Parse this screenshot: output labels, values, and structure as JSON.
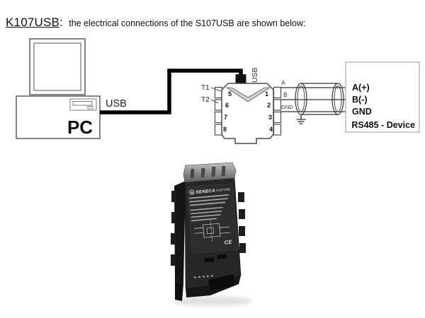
{
  "title": {
    "keyword": "K107USB",
    "separator": ":",
    "description": "the electrical connections of the S107USB are shown below:"
  },
  "diagram": {
    "pc": {
      "label": "PC",
      "usb_label": "USB"
    },
    "module": {
      "usb_port_label": "USB",
      "t1_label": "T1",
      "t2_label": "T2",
      "left_terminals": [
        "5",
        "6",
        "7",
        "8"
      ],
      "right_terminals": [
        "1",
        "2",
        "3",
        "4"
      ]
    },
    "wires": [
      "A",
      "B",
      "GND"
    ],
    "rs485": {
      "terminals": [
        "A(+)",
        "B(-)",
        "GND"
      ],
      "label": "RS485 - Device"
    }
  },
  "photo": {
    "logo_letter": "S",
    "brand": "SENECA",
    "model": "K107USB",
    "ce": "CE"
  },
  "colors": {
    "cable": "#000000",
    "outline": "#4a4a4a",
    "rs485_border": "#b0b0b0",
    "device_body": "#262626"
  }
}
